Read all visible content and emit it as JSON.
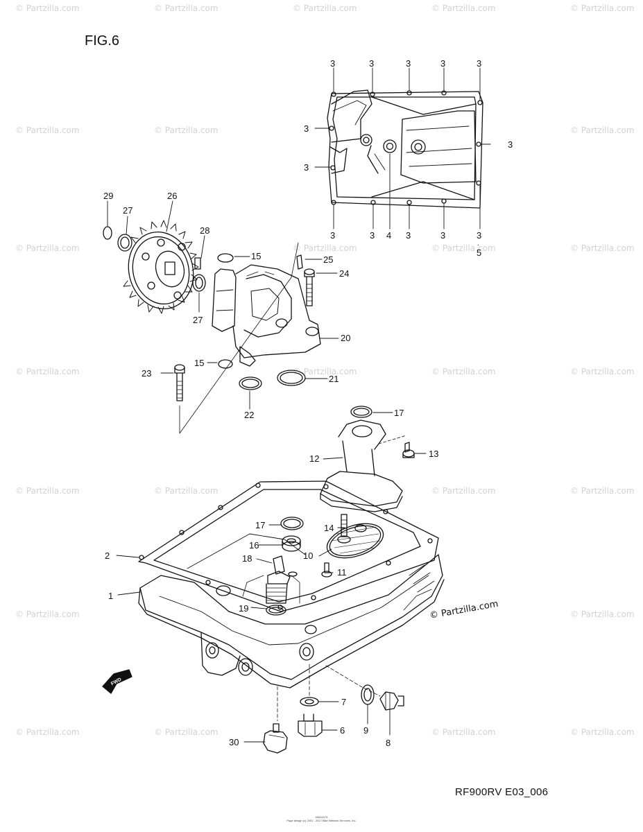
{
  "figure": {
    "title": "FIG.6",
    "code": "RF900RV E03_006",
    "footer_line1": "00001073",
    "footer_line2": "Page design (c) 2001 - 2017 Bike Network Services, Inc."
  },
  "watermark": {
    "text": "© Partzilla.com",
    "inline_text": "© Partzilla.com"
  },
  "arrow": {
    "label": "FWD"
  },
  "callouts": {
    "c1": "1",
    "c2": "2",
    "c3a": "3",
    "c3b": "3",
    "c3c": "3",
    "c3d": "3",
    "c3e": "3",
    "c3f": "3",
    "c3g": "3",
    "c3h": "3",
    "c3i": "3",
    "c3j": "3",
    "c3k": "3",
    "c3l": "3",
    "c3m": "3",
    "c4": "4",
    "c5": "5",
    "c6": "6",
    "c7": "7",
    "c8": "8",
    "c9": "9",
    "c10": "10",
    "c11": "11",
    "c12": "12",
    "c13": "13",
    "c14": "14",
    "c15a": "15",
    "c15b": "15",
    "c16": "16",
    "c17a": "17",
    "c17b": "17",
    "c18": "18",
    "c19": "19",
    "c20": "20",
    "c21": "21",
    "c22": "22",
    "c23": "23",
    "c24": "24",
    "c25": "25",
    "c26": "26",
    "c27a": "27",
    "c27b": "27",
    "c28": "28",
    "c29": "29",
    "c30": "30"
  }
}
